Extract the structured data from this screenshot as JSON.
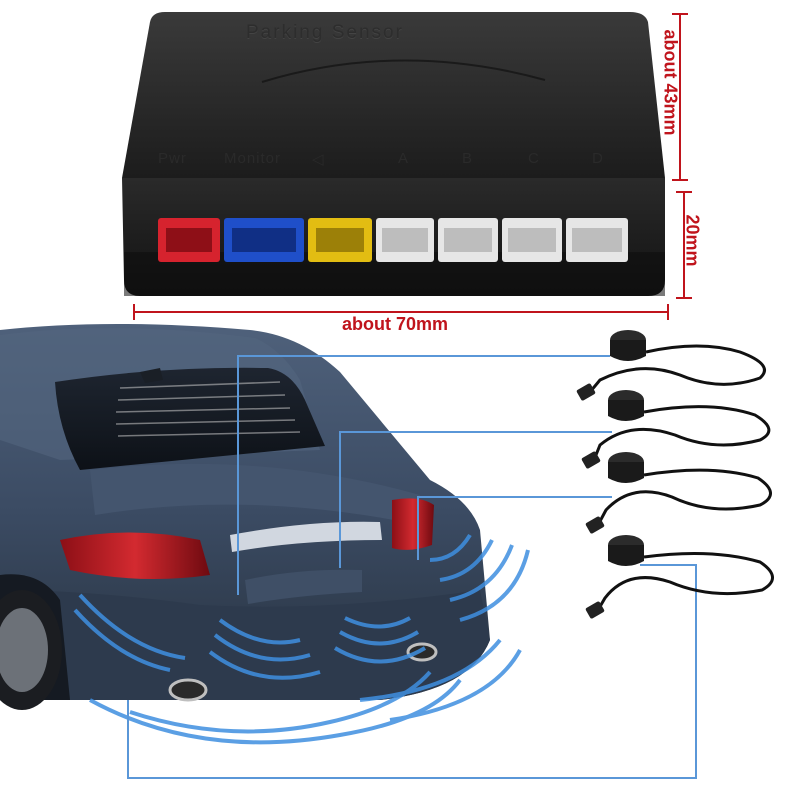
{
  "box": {
    "title": "Parking Sensor",
    "port_labels": [
      "Pwr",
      "Monitor",
      "◁",
      "A",
      "B",
      "C",
      "D"
    ]
  },
  "dimensions": {
    "width": "about 70mm",
    "height": "about 43mm",
    "depth": "20mm"
  },
  "colors": {
    "dimension": "#c0141c",
    "guide_lines": "#5a97d8",
    "waves": "#3f8fe0",
    "box_body": "#1e1e1e",
    "car_body": "#3b4b63",
    "port_red": "#d6232e",
    "port_blue": "#1f4fc9",
    "port_yellow": "#e2bd12",
    "port_white": "#e6e6e6"
  }
}
